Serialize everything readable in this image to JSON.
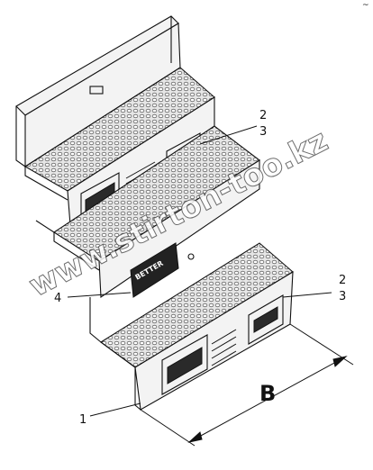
{
  "diagram": {
    "callouts": [
      {
        "id": "c2a",
        "text": "2"
      },
      {
        "id": "c3a",
        "text": "3"
      },
      {
        "id": "c2b",
        "text": "2"
      },
      {
        "id": "c3b",
        "text": "3"
      },
      {
        "id": "c4",
        "text": "4"
      },
      {
        "id": "c1",
        "text": "1"
      }
    ],
    "dimension_label": "B",
    "brand_plate_text": "BETTER",
    "watermark": "www.stirton-too.kz",
    "corner_mark": "~"
  },
  "colors": {
    "ink": "#111111",
    "tread": "#d9d9d9",
    "background": "#ffffff"
  }
}
